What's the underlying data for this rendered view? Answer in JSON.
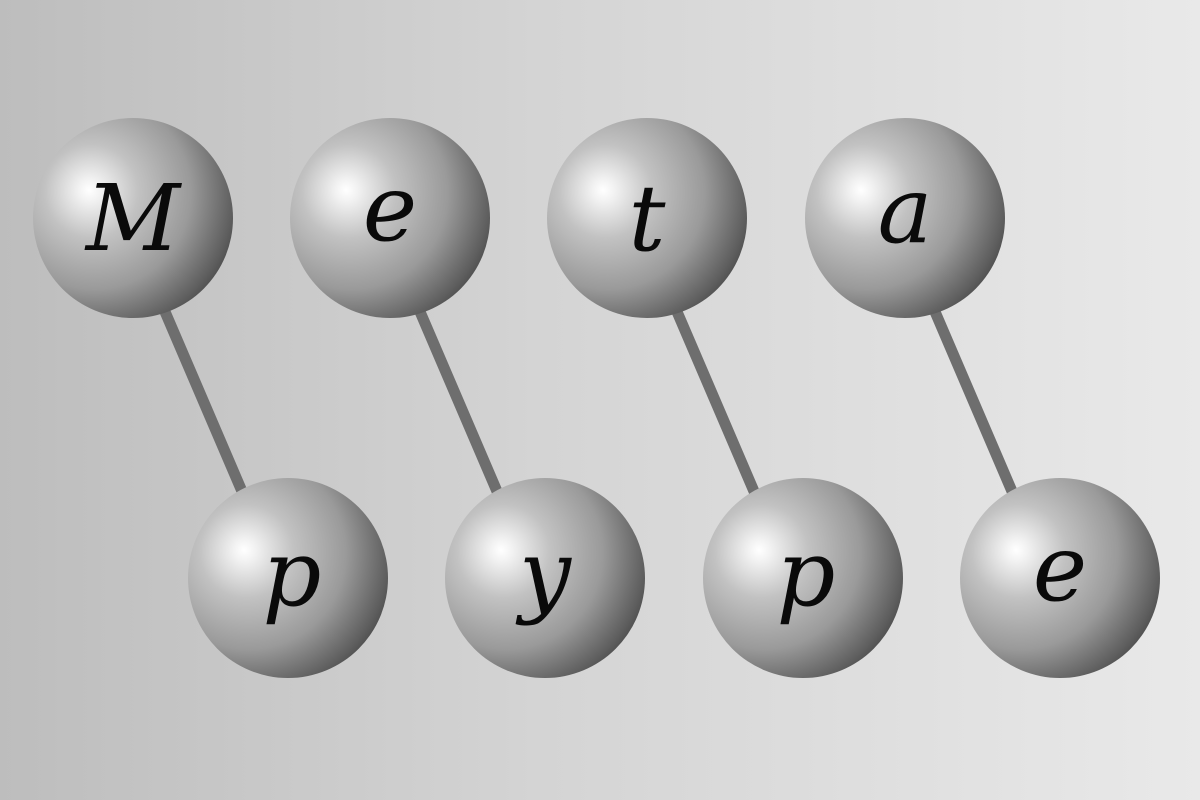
{
  "logo": {
    "top_row": [
      "M",
      "e",
      "t",
      "a"
    ],
    "bottom_row": [
      "p",
      "y",
      "p",
      "e"
    ]
  },
  "colors": {
    "background_light": "#e9e9e9",
    "background_dark": "#bdbdbd",
    "sphere_highlight": "#ffffff",
    "sphere_mid": "#a8a8a8",
    "sphere_shadow": "#3d3d3d",
    "bond": "#7a7a7a",
    "letter": "#0a0a0a"
  }
}
